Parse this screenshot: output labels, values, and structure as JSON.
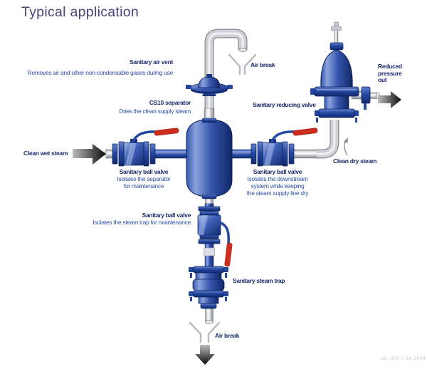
{
  "title": "Typical application",
  "colors": {
    "title_text": "#45457e",
    "label_text": "#1b2a6b",
    "description_text": "#2e52a8",
    "equipment_blue": "#2447a0",
    "valve_handle_red": "#cf2e1e",
    "pipe_silver": "#c6cad0",
    "arrow_dark": "#111111"
  },
  "labels": {
    "air_vent": {
      "name": "Sanitary air vent",
      "desc": "Removes air and other non-condensable gases during use"
    },
    "air_break_top": "Air break",
    "separator": {
      "name": "CS10 separator",
      "desc": "Dries the clean supply steam"
    },
    "reducing_valve": {
      "name": "Sanitary reducing valve"
    },
    "reduced_pressure": {
      "lines": [
        "Reduced",
        "pressure",
        "out"
      ]
    },
    "clean_wet_steam": "Clean wet steam",
    "ball_valve_left": {
      "name": "Sanitary ball valve",
      "desc_lines": [
        "Isolates the separator",
        "for maintenance"
      ]
    },
    "ball_valve_right": {
      "name": "Sanitary ball valve",
      "desc_lines": [
        "Isolates the downstream",
        "system while keeping",
        "the steam supply line dry"
      ]
    },
    "clean_dry_steam": "Clean dry steam",
    "ball_valve_bottom": {
      "name": "Sanitary ball valve",
      "desc": "Isolates the steam trap for maintenance"
    },
    "steam_trap": {
      "name": "Sanitary steam trap"
    },
    "air_break_bottom": "Air break",
    "doc_ref": "on. 000.7 14.2000"
  }
}
